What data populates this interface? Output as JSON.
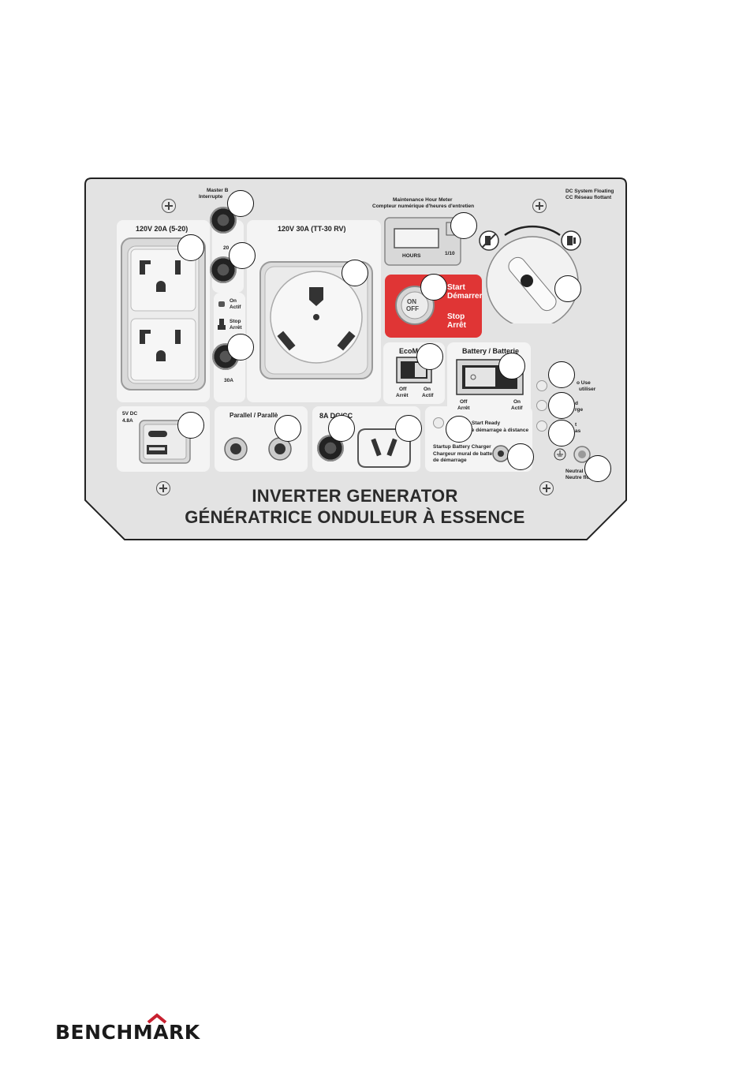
{
  "panel": {
    "master_breaker_label": "Master B",
    "master_breaker_label_fr": "Interrupte",
    "outlet_20a_label": "120V 20A (5-20)",
    "outlet_30a_label": "120V 30A (TT-30 RV)",
    "breaker_20_label": "20",
    "breaker_30_label": "30A",
    "on_label": "On",
    "on_label_fr": "Actif",
    "stop_label": "Stop",
    "stop_label_fr": "Arrêt",
    "hour_meter_title": "Maintenance Hour Meter",
    "hour_meter_title_fr": "Compteur numérique d'heures d'entretien",
    "hours_label": "HOURS",
    "hours_scale": "1/10",
    "dc_floating": "DC System Floating",
    "dc_floating_fr": "CC Réseau flottant",
    "start_label": "Start",
    "start_label_fr": "Démarrer",
    "stop_btn_label": "Stop",
    "stop_btn_label_fr": "Arrêt",
    "on_off_on": "ON",
    "on_off_off": "OFF",
    "eco_label": "EcoM",
    "eco_off": "Off",
    "eco_off_fr": "Arrêt",
    "eco_on": "On",
    "eco_on_fr": "Actif",
    "battery_label": "Battery / Batterie",
    "battery_off": "Off",
    "battery_off_fr": "Arrêt",
    "battery_on": "On",
    "battery_on_fr": "Actif",
    "led1_text": "o Use",
    "led1_text_fr": "utiliser",
    "led2_text": "d",
    "led2_text_fr": "rge",
    "led3_text": "t",
    "led3_text_fr": "as",
    "usb_label": "5V DC",
    "usb_label2": "4.8A",
    "parallel_label": "Parallel / Parallè",
    "dc_label": "8A DC/CC",
    "start_ready": "Start Ready",
    "start_ready_fr": "le démarrage à distance",
    "charger_label": "Startup Battery Charger",
    "charger_label_fr": "Chargeur mural de batterie",
    "charger_label_fr2": "de démarrage",
    "neutral_label": "Neutral",
    "neutral_label_fr": "Neutre flo",
    "title_en": "INVERTER GENERATOR",
    "title_fr": "GÉNÉRATRICE ONDULEUR À ESSENCE"
  },
  "brand": {
    "logo_text": "BENCHMARK"
  },
  "colors": {
    "panel_bg": "#e3e3e3",
    "start_red": "#e03535",
    "outline": "#222222"
  }
}
